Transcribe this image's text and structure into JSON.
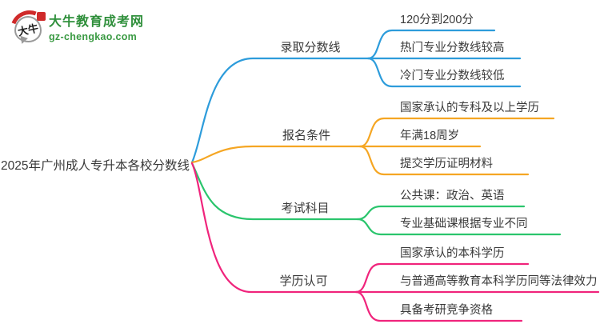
{
  "logo": {
    "icon_text": "大牛",
    "site_name": "大牛教育成考网",
    "site_domain": "gz-chengkao.com",
    "brand_green": "#2f8f3b",
    "seal_red": "#cf2a2a"
  },
  "root": {
    "title": "2025年广州成人专升本各校分数线"
  },
  "branches": [
    {
      "label": "录取分数线",
      "color": "#2D9CDB",
      "children": [
        "120分到200分",
        "热门专业分数线较高",
        "冷门专业分数线较低"
      ]
    },
    {
      "label": "报名条件",
      "color": "#F5A623",
      "children": [
        "国家承认的专科及以上学历",
        "年满18周岁",
        "提交学历证明材料"
      ]
    },
    {
      "label": "考试科目",
      "color": "#2BC56D",
      "children": [
        "公共课：政治、英语",
        "专业基础课根据专业不同"
      ]
    },
    {
      "label": "学历认可",
      "color": "#F0247C",
      "children": [
        "国家承认的本科学历",
        "与普通高等教育本科学历同等法律效力",
        "具备考研竞争资格"
      ]
    }
  ]
}
